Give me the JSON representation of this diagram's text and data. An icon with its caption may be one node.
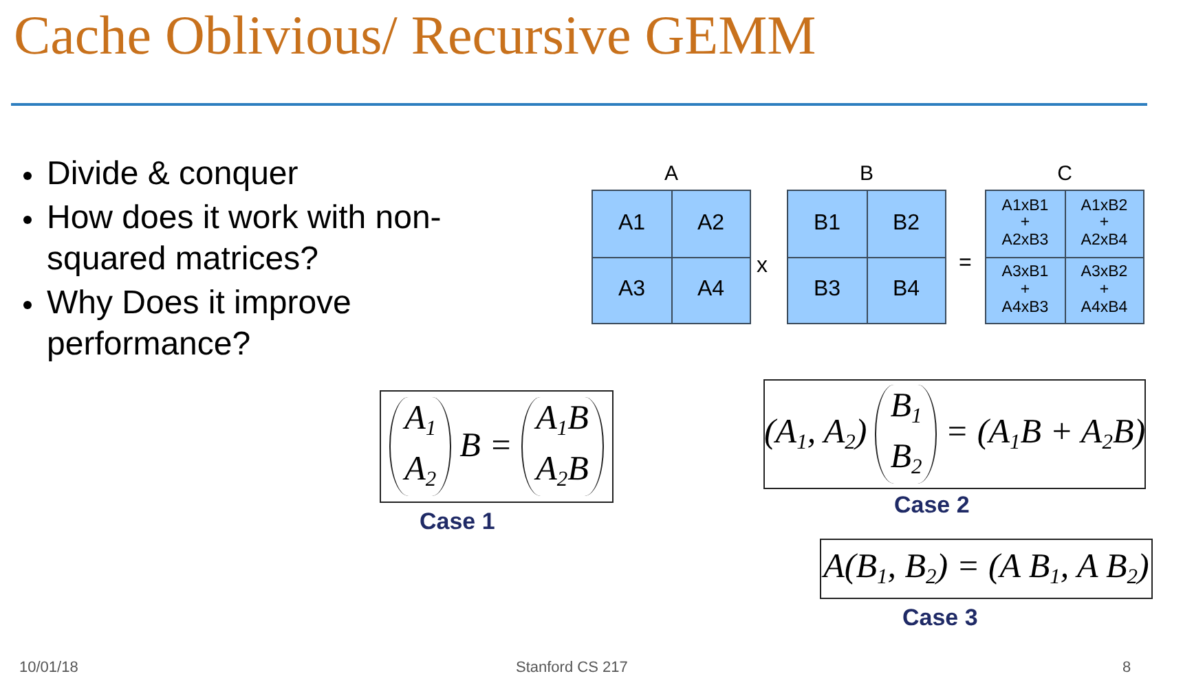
{
  "diagram": {
    "title": "Cache Oblivious/ Recursive GEMM",
    "nodes": [
      {
        "text": [
          "A"
        ]
      },
      {
        "text": [
          "A1"
        ],
        "in": 0
      },
      {
        "text": [
          "A2"
        ],
        "in": 0
      },
      {
        "text": [
          "A3"
        ],
        "in": 0
      },
      {
        "text": [
          "A4"
        ],
        "in": 0
      },
      {
        "text": [
          "B"
        ]
      },
      {
        "text": [
          "B1"
        ],
        "in": 5
      },
      {
        "text": [
          "B2"
        ],
        "in": 5
      },
      {
        "text": [
          "B3"
        ],
        "in": 5
      },
      {
        "text": [
          "B4"
        ],
        "in": 5
      },
      {
        "text": [
          "C"
        ]
      },
      {
        "text": [
          "A1xB1 + A2xB3"
        ],
        "in": 10
      },
      {
        "text": [
          "A1xB2 + A2xB4"
        ],
        "in": 10
      },
      {
        "text": [
          "A3xB1 + A4xB3"
        ],
        "in": 10
      },
      {
        "text": [
          "A3xB2 + A4xB4"
        ],
        "in": 10
      },
      {
        "text": [
          "A$_{1}$",
          "A$_{2}$",
          "B =",
          "A$_{1}$B",
          "A$_{2}$B"
        ],
        "beside": [
          "Case 1"
        ]
      },
      {
        "text": [
          "(A$_{1}$, A$_{2}$)",
          "B$_{1}$",
          "B$_{2}$",
          "= (A$_{1}$B + A$_{2}$B)"
        ],
        "beside": [
          "Case 2"
        ]
      },
      {
        "text": [
          "A(B$_{1}$, B$_{2}$) = (A B$_{1}$, A B$_{2}$)"
        ],
        "beside": [
          "Case 3"
        ]
      }
    ],
    "labels": [
      "Divide & conquer",
      "How does it work with non-squared matrices?",
      "Why Does it improve performance?",
      "x",
      "=",
      "10/01/18",
      "Stanford CS 217",
      "8"
    ]
  }
}
